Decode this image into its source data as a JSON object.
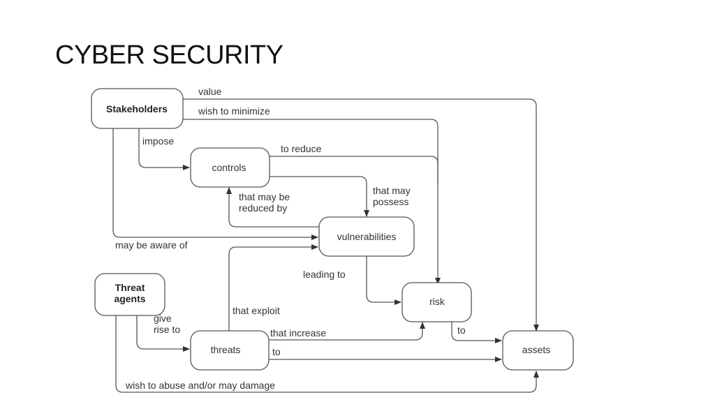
{
  "title": "CYBER SECURITY",
  "nodes": {
    "stakeholders": {
      "label": "Stakeholders"
    },
    "controls": {
      "label": "controls"
    },
    "vulnerabilities": {
      "label": "vulnerabilities"
    },
    "threat_agents": {
      "label_line1": "Threat",
      "label_line2": "agents"
    },
    "threats": {
      "label": "threats"
    },
    "risk": {
      "label": "risk"
    },
    "assets": {
      "label": "assets"
    }
  },
  "edges": {
    "value": "value",
    "wish_to_minimize": "wish to minimize",
    "impose": "impose",
    "to_reduce": "to reduce",
    "that_may_possess": {
      "line1": "that may",
      "line2": "possess"
    },
    "that_may_be_reduced_by": {
      "line1": "that may be",
      "line2": "reduced by"
    },
    "may_be_aware_of": "may be aware of",
    "leading_to": "leading to",
    "that_exploit": "that exploit",
    "give_rise_to": {
      "line1": "give",
      "line2": "rise to"
    },
    "that_increase": "that increase",
    "threats_to": "to",
    "risk_to": "to",
    "wish_to_abuse": "wish to abuse and/or may damage"
  }
}
